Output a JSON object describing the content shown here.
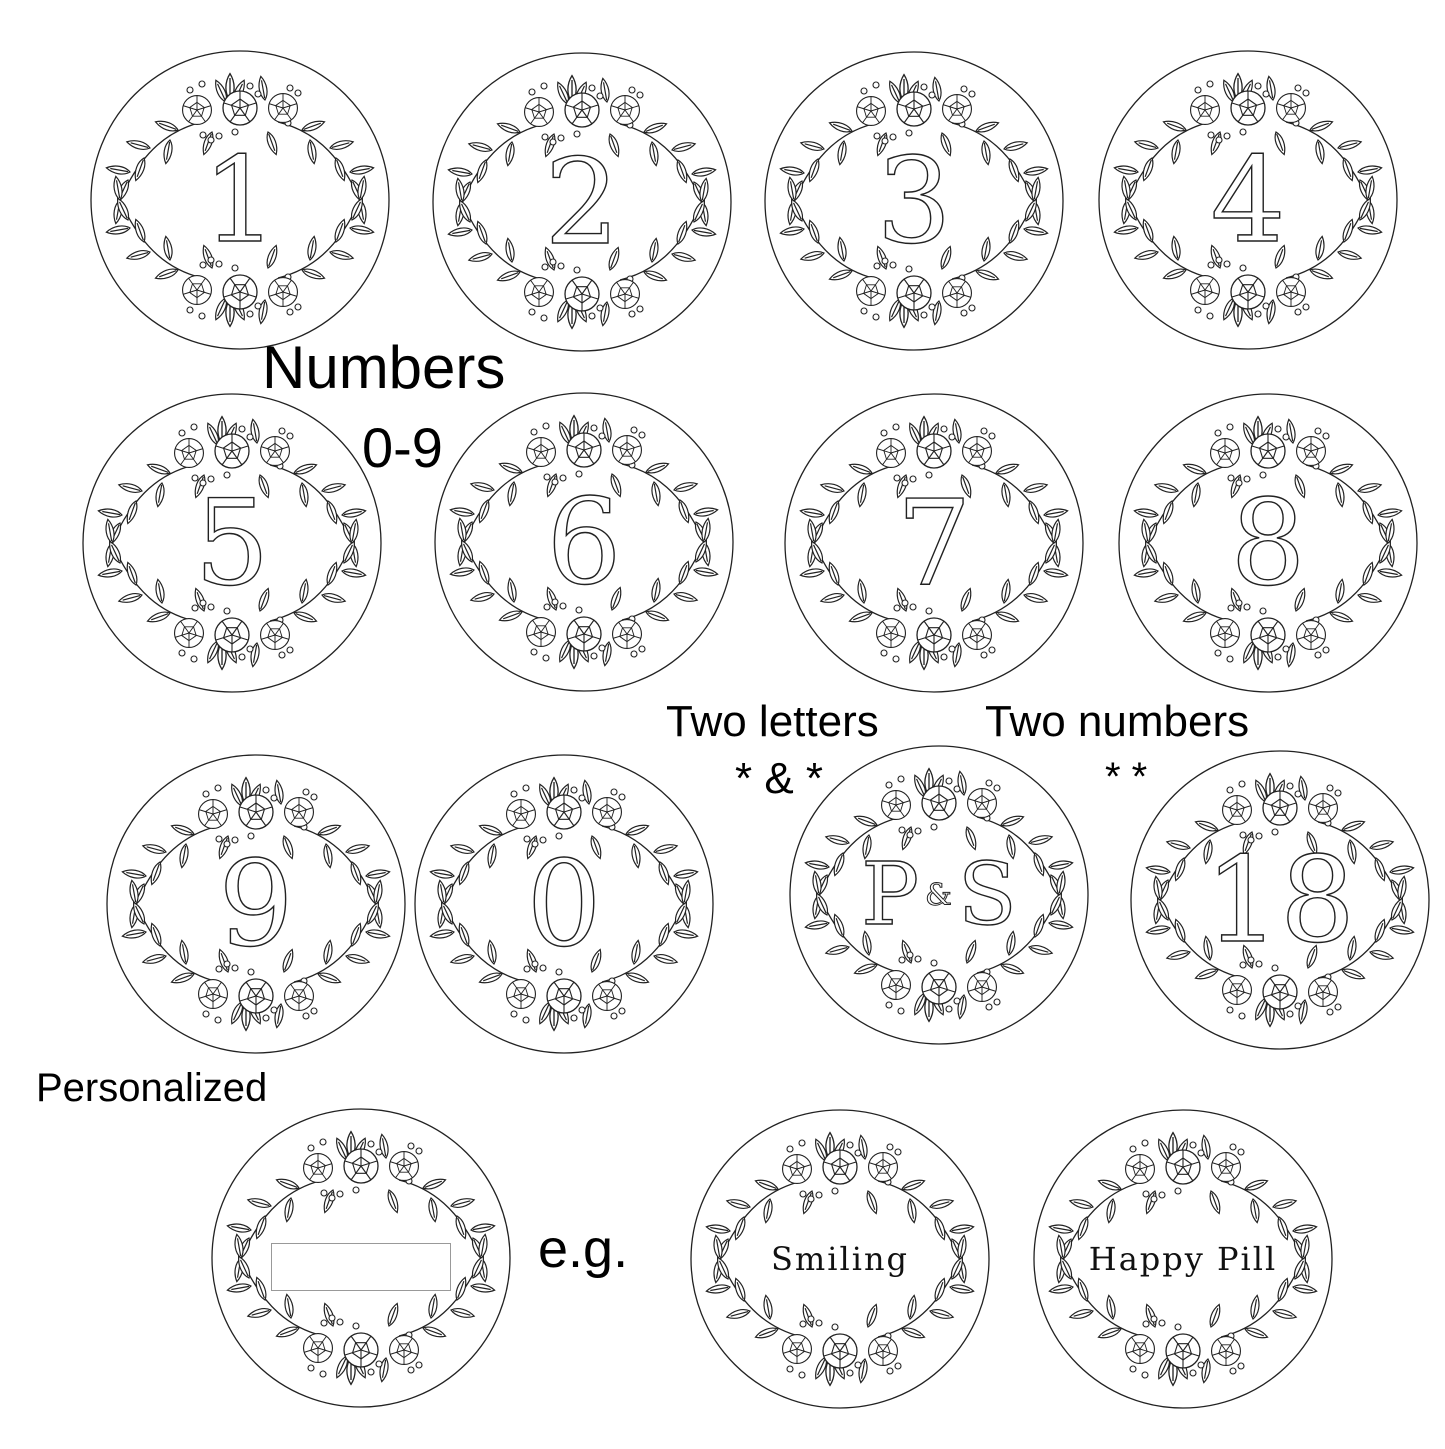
{
  "annotations": {
    "numbers_title": "Numbers",
    "numbers_range": "0-9",
    "two_letters": "Two letters",
    "two_letters_format": "* & *",
    "two_numbers": "Two numbers",
    "two_numbers_format": "* *",
    "personalized": "Personalized",
    "example": "e.g."
  },
  "coins": {
    "c1": "1",
    "c2": "2",
    "c3": "3",
    "c4": "4",
    "c5": "5",
    "c6": "6",
    "c7": "7",
    "c8": "8",
    "c9": "9",
    "c0": "0",
    "letters": {
      "first": "P",
      "amp": "&",
      "second": "S"
    },
    "two_numbers": "18",
    "personalized_blank": "",
    "example1": "Smiling",
    "example2": "Happy Pill"
  },
  "colors": {
    "line": "#222222",
    "background": "#ffffff"
  }
}
